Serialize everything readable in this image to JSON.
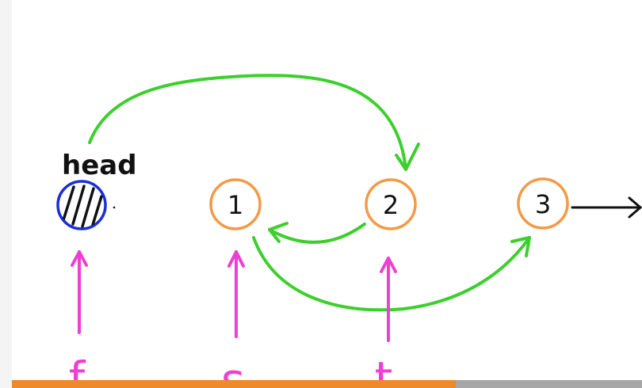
{
  "diagram": {
    "head_label": "head",
    "nodes": [
      {
        "label": "1"
      },
      {
        "label": "2"
      },
      {
        "label": "3"
      }
    ],
    "pointer_labels": [
      {
        "label": "f"
      },
      {
        "label": "s"
      },
      {
        "label": "t"
      }
    ]
  },
  "colors": {
    "node_stroke": "#f39a45",
    "head_stroke": "#1a2fd6",
    "green_arrow": "#3ccf2d",
    "pink_arrow": "#ee3fd3",
    "black": "#111111",
    "progress_fill": "#ee8a2a",
    "progress_track": "#a7a7a7"
  },
  "progress": {
    "fraction": 0.705
  }
}
